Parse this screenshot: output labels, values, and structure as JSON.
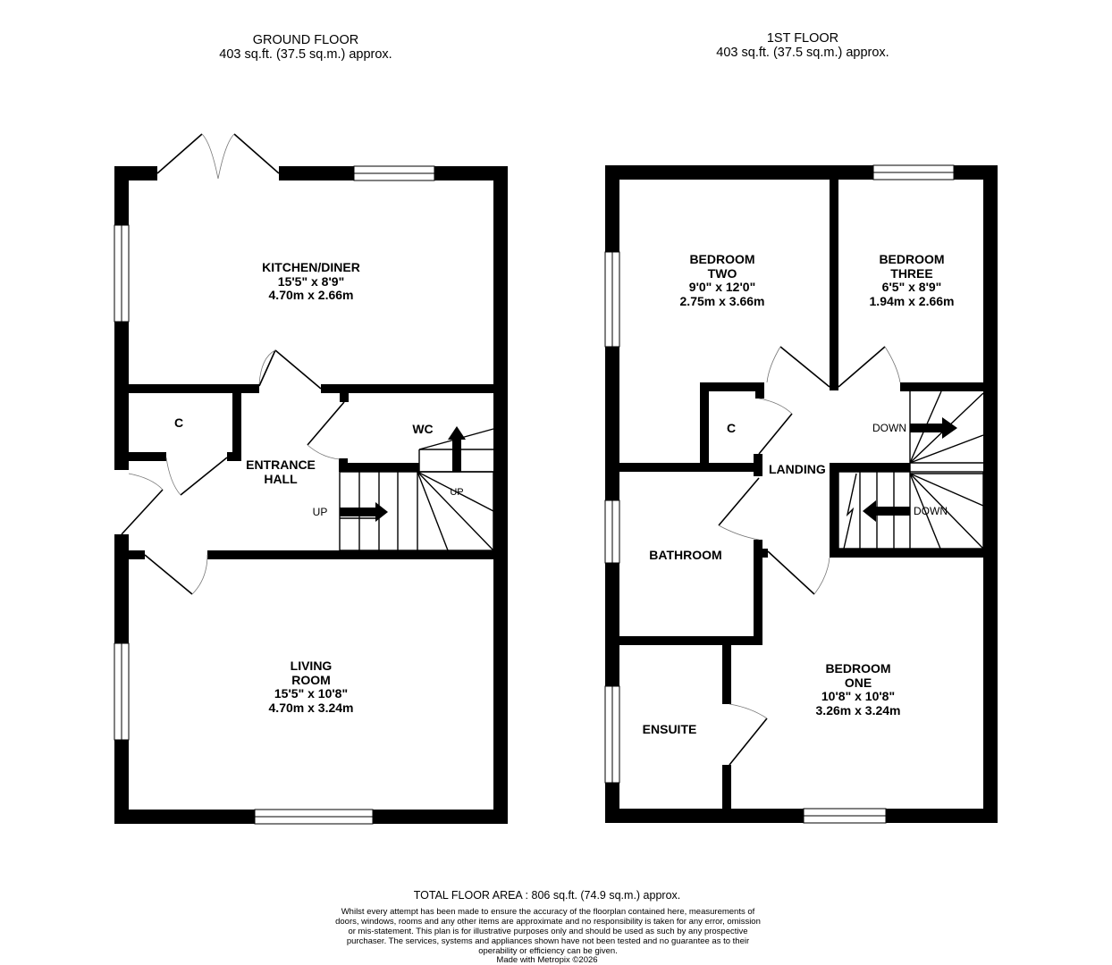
{
  "floors": [
    {
      "title": "GROUND FLOOR",
      "area": "403 sq.ft. (37.5 sq.m.) approx.",
      "rooms": [
        {
          "name": "KITCHEN/DINER",
          "imperial": "15'5\"  x 8'9\"",
          "metric": "4.70m  x 2.66m"
        },
        {
          "name": "C"
        },
        {
          "name_line1": "ENTRANCE",
          "name_line2": "HALL"
        },
        {
          "name": "WC"
        },
        {
          "name_line1": "LIVING",
          "name_line2": "ROOM",
          "imperial": "15'5\"  x 10'8\"",
          "metric": "4.70m  x 3.24m"
        }
      ],
      "stair_labels": [
        "UP",
        "UP"
      ]
    },
    {
      "title": "1ST FLOOR",
      "area": "403 sq.ft. (37.5 sq.m.) approx.",
      "rooms": [
        {
          "name_line1": "BEDROOM",
          "name_line2": "TWO",
          "imperial": "9'0\"  x 12'0\"",
          "metric": "2.75m  x 3.66m"
        },
        {
          "name_line1": "BEDROOM",
          "name_line2": "THREE",
          "imperial": "6'5\"  x 8'9\"",
          "metric": "1.94m  x 2.66m"
        },
        {
          "name": "C"
        },
        {
          "name": "LANDING"
        },
        {
          "name": "BATHROOM"
        },
        {
          "name": "ENSUITE"
        },
        {
          "name_line1": "BEDROOM",
          "name_line2": "ONE",
          "imperial": "10'8\"  x 10'8\"",
          "metric": "3.26m  x 3.24m"
        }
      ],
      "stair_labels": [
        "DOWN",
        "DOWN"
      ]
    }
  ],
  "footer": {
    "total_area": "TOTAL FLOOR AREA : 806 sq.ft. (74.9 sq.m.) approx.",
    "disclaimer": "Whilst every attempt has been made to ensure the accuracy of the floorplan contained here, measurements of doors, windows, rooms and any other items are approximate and no responsibility is taken for any error, omission or mis-statement. This plan is for illustrative purposes only and should be used as such by any prospective purchaser. The services, systems and appliances shown have not been tested and no guarantee as to their operability or efficiency can be given.",
    "credit": "Made with Metropix ©2026"
  },
  "colors": {
    "wall": "#000000",
    "background": "#ffffff",
    "window": "#ffffff"
  }
}
